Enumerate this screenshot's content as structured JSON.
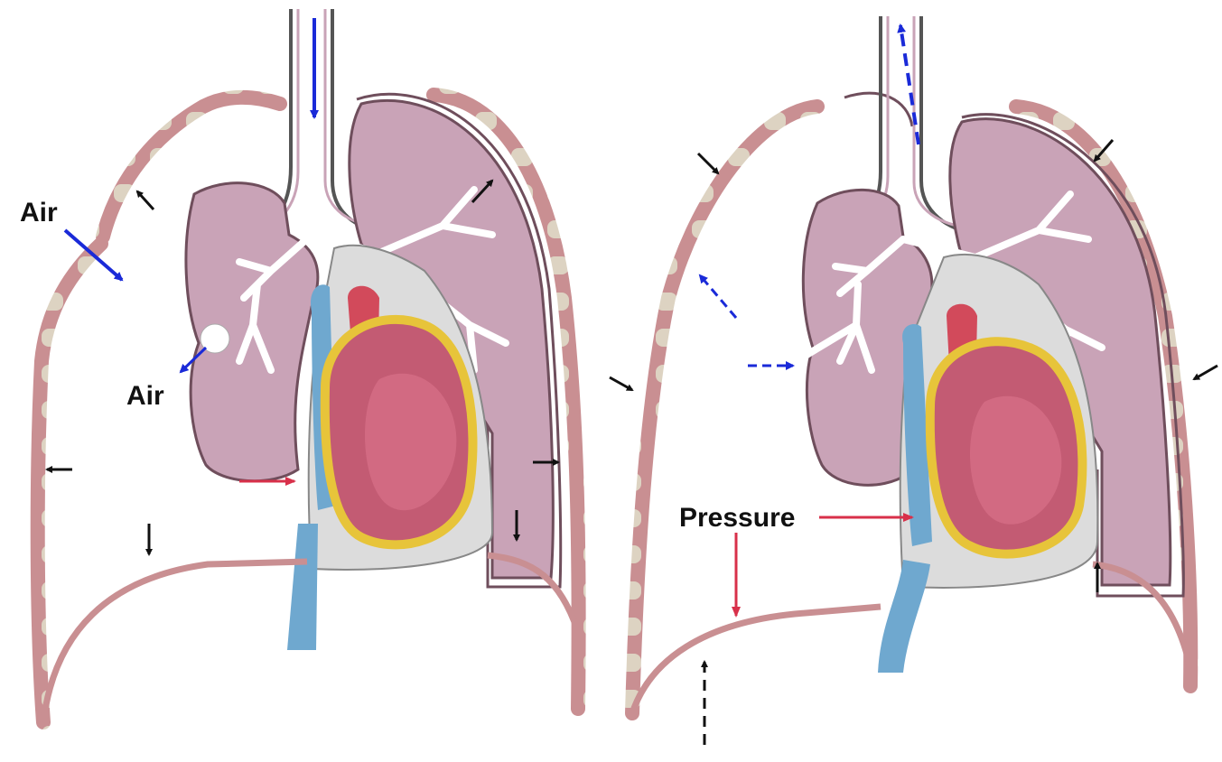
{
  "labels": {
    "air_outer": "Air",
    "air_leak": "Air",
    "pressure": "Pressure"
  },
  "colors": {
    "lung": "#c9a3b7",
    "lung_edge": "#6f4e5c",
    "chest_wall": "#c98f92",
    "rib": "#ddd3c2",
    "mediastinum": "#dcdcdc",
    "vein": "#6fa8cf",
    "aorta": "#d24a5b",
    "heart": "#c35b73",
    "fat": "#e7c43a",
    "arrow_blue": "#1a2ad8",
    "arrow_red": "#d8304a",
    "arrow_black": "#111111"
  },
  "panels": [
    {
      "name": "open-pneumothorax",
      "left_lung": "collapsed",
      "trachea_flow": "in"
    },
    {
      "name": "tension-pneumothorax",
      "left_lung": "collapsed",
      "trachea_flow": "out"
    }
  ]
}
